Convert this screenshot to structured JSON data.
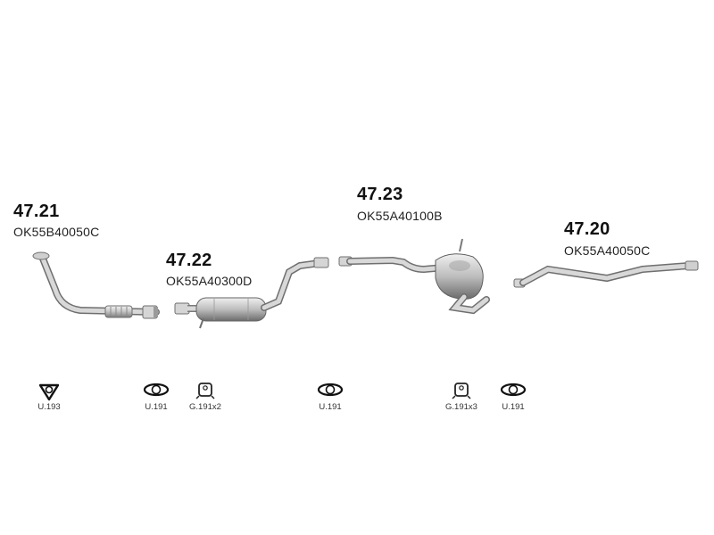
{
  "parts": [
    {
      "code": "47.21",
      "ref": "OK55B40050C"
    },
    {
      "code": "47.22",
      "ref": "OK55A40300D"
    },
    {
      "code": "47.23",
      "ref": "OK55A40100B"
    },
    {
      "code": "47.20",
      "ref": "OK55A40050C"
    }
  ],
  "hardware": [
    {
      "label": "U.193",
      "icon": "triangular-gasket-icon"
    },
    {
      "label": "U.191",
      "icon": "oval-gasket-icon"
    },
    {
      "label": "G.191x2",
      "icon": "rubber-hanger-icon"
    },
    {
      "label": "U.191",
      "icon": "oval-gasket-icon"
    },
    {
      "label": "G.191x3",
      "icon": "rubber-hanger-icon"
    },
    {
      "label": "U.191",
      "icon": "oval-gasket-icon"
    }
  ],
  "colors": {
    "pipe_light": "#e4e4e4",
    "pipe_mid": "#a9a9a9",
    "pipe_dark": "#6f6f6f",
    "text": "#111111"
  }
}
